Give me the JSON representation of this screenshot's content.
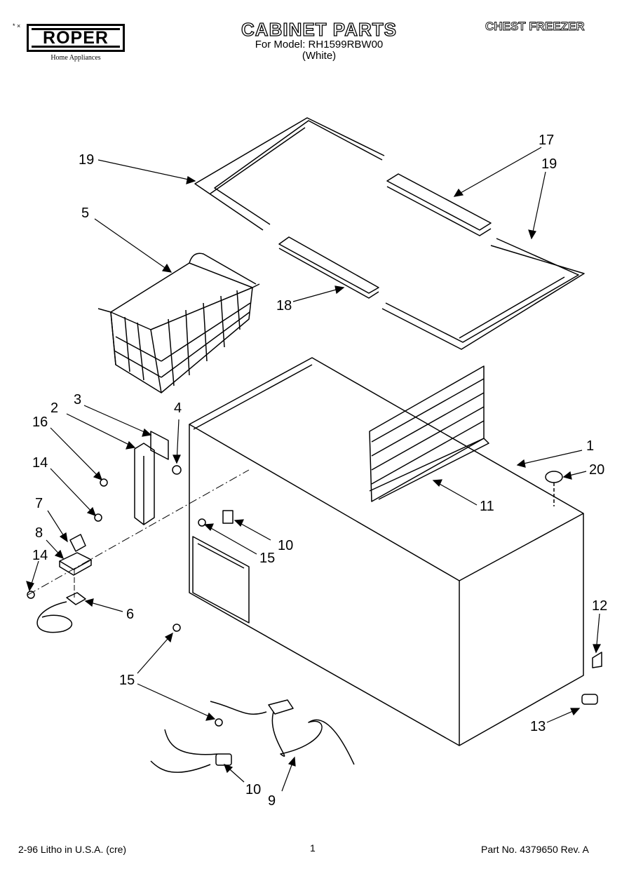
{
  "header": {
    "brand": "ROPER",
    "brand_tagline": "Home Appliances",
    "title": "CABINET PARTS",
    "model_line": "For Model: RH1599RBW00",
    "color_line": "(White)",
    "category": "CHEST FREEZER"
  },
  "footer": {
    "left": "2-96 Litho in U.S.A. (cre)",
    "page": "1",
    "part_no": "Part No. 4379650 Rev. A"
  },
  "callouts": [
    "19",
    "17",
    "19",
    "5",
    "18",
    "3",
    "4",
    "2",
    "16",
    "1",
    "20",
    "14",
    "11",
    "7",
    "10",
    "8",
    "15",
    "14",
    "6",
    "12",
    "15",
    "13",
    "10",
    "9"
  ]
}
